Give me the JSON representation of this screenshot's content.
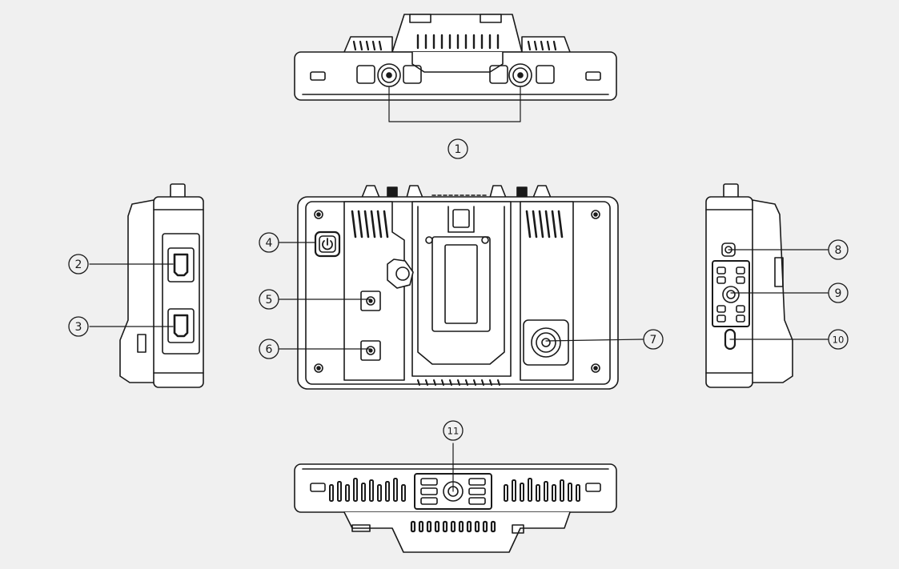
{
  "diagram": {
    "title": "",
    "callouts": [
      {
        "id": "1",
        "label": "1"
      },
      {
        "id": "2",
        "label": "2"
      },
      {
        "id": "3",
        "label": "3"
      },
      {
        "id": "4",
        "label": "4"
      },
      {
        "id": "5",
        "label": "5"
      },
      {
        "id": "6",
        "label": "6"
      },
      {
        "id": "7",
        "label": "7"
      },
      {
        "id": "8",
        "label": "8"
      },
      {
        "id": "9",
        "label": "9"
      },
      {
        "id": "10",
        "label": "10"
      },
      {
        "id": "11",
        "label": "11"
      }
    ],
    "views": [
      "top-view",
      "left-side-view",
      "rear-view",
      "right-side-view",
      "bottom-view"
    ],
    "colors": {
      "background": "#f0f0f0",
      "line": "#1a1a1a",
      "fill": "#ffffff",
      "shade": "#dcdcdc"
    }
  }
}
